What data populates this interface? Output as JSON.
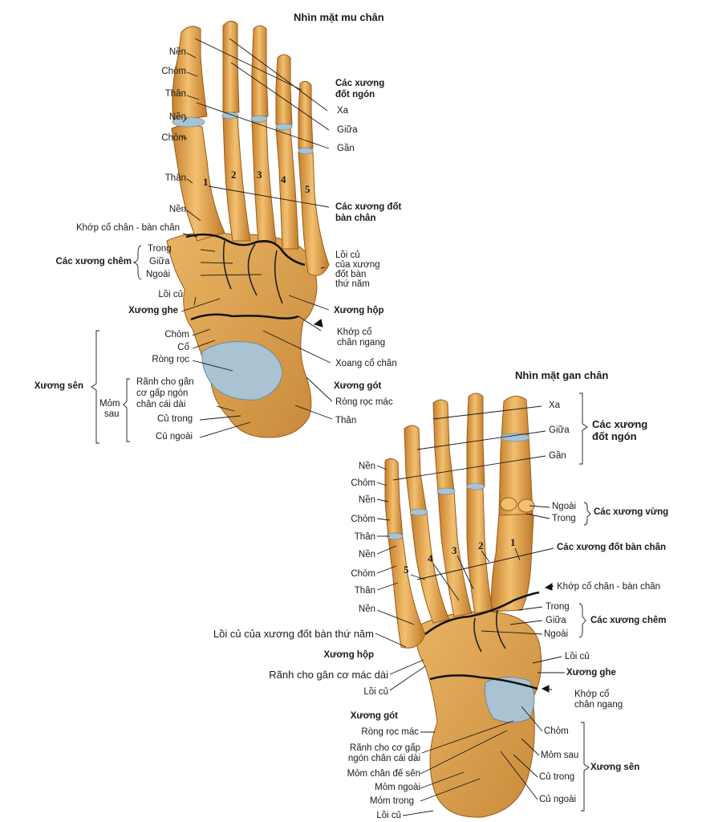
{
  "dorsal": {
    "title": "Nhìn mặt mu chân",
    "labels": {
      "nen1": "Nền",
      "chom1": "Chỏm",
      "than1": "Thân",
      "nen2": "Nền",
      "chom2": "Chỏm",
      "than2": "Thân",
      "nen3": "Nền",
      "khop_co_chan_ban_chan": "Khớp cổ chân - bàn chân",
      "cac_xuong_chem": "Các xương chêm",
      "trong": "Trong",
      "giua": "Giữa",
      "ngoai": "Ngoài",
      "loi_cu": "Lồi củ",
      "xuong_ghe": "Xương ghe",
      "chom_sen": "Chỏm",
      "co": "Cổ",
      "rong_roc": "Ròng rọc",
      "xuong_sen": "Xương sên",
      "mom_sau_1": "Mỏm",
      "mom_sau_2": "sau",
      "ranh_1": "Rãnh cho gân",
      "ranh_2": "cơ gấp ngón",
      "ranh_3": "chân cái dài",
      "cu_trong": "Củ trong",
      "cu_ngoai": "Củ ngoài",
      "cac_xuong_dot_ngon_1": "Các xương",
      "cac_xuong_dot_ngon_2": "đốt ngón",
      "xa": "Xa",
      "giua_ngon": "Giữa",
      "gan": "Gần",
      "cac_xuong_dot_ban_chan_1": "Các xương đốt",
      "cac_xuong_dot_ban_chan_2": "bàn chân",
      "loi_cu_5_1": "Lồi củ",
      "loi_cu_5_2": "của xương",
      "loi_cu_5_3": "đốt bàn",
      "loi_cu_5_4": "thứ năm",
      "xuong_hop": "Xương hộp",
      "khop_ngang_1": "Khớp cổ",
      "khop_ngang_2": "chân ngang",
      "xoang_co_chan": "Xoang cổ chân",
      "xuong_got": "Xương gót",
      "rong_roc_mac": "Ròng rọc mác",
      "than_got": "Thân"
    },
    "numbers": [
      "1",
      "2",
      "3",
      "4",
      "5"
    ]
  },
  "plantar": {
    "title": "Nhìn mặt gan chân",
    "labels": {
      "nen1": "Nền",
      "chom1": "Chỏm",
      "nen2": "Nền",
      "chom2": "Chỏm",
      "than1": "Thân",
      "nen3": "Nền",
      "chom3": "Chỏm",
      "than2": "Thân",
      "nen4": "Nền",
      "loi_cu_5": "Lồi củ của xương đốt bàn thứ năm",
      "xuong_hop": "Xương hộp",
      "ranh_mac_dai": "Rãnh cho gân cơ mác dài",
      "loi_cu_hop": "Lồi củ",
      "xuong_got": "Xương gót",
      "rong_roc_mac": "Ròng rọc mác",
      "ranh_1": "Rãnh cho cơ gấp",
      "ranh_2": "ngón chân cái dài",
      "mom_chan_de_sen": "Mỏm chân đế sên",
      "mom_ngoai": "Mỏm ngoài",
      "mom_trong": "Mỏm trong",
      "loi_cu_got": "Lồi củ",
      "xa": "Xa",
      "giua": "Giữa",
      "gan": "Gần",
      "cac_xuong_dot_ngon_1": "Các xương",
      "cac_xuong_dot_ngon_2": "đốt ngón",
      "ngoai_vung": "Ngoài",
      "trong_vung": "Trong",
      "cac_xuong_vung": "Các xương vừng",
      "cac_xuong_dot_ban_chan": "Các xương đốt bàn chân",
      "khop_co_chan_ban_chan": "Khớp cổ chân - bàn chân",
      "trong_chem": "Trong",
      "giua_chem": "Giữa",
      "ngoai_chem": "Ngoài",
      "cac_xuong_chem": "Các xương chêm",
      "loi_cu_ghe": "Lồi củ",
      "xuong_ghe": "Xương ghe",
      "khop_ngang_1": "Khớp cổ",
      "khop_ngang_2": "chân ngang",
      "chom": "Chỏm",
      "mom_sau": "Mỏm sau",
      "xuong_sen": "Xương sên",
      "cu_trong": "Củ trong",
      "cu_ngoai": "Củ ngoài"
    },
    "numbers": [
      "1",
      "2",
      "3",
      "4",
      "5"
    ]
  },
  "colors": {
    "bone": "#e2a44a",
    "bone_dark": "#b86f22",
    "cartilage": "#a9c3d2",
    "joint_line": "#111111"
  }
}
